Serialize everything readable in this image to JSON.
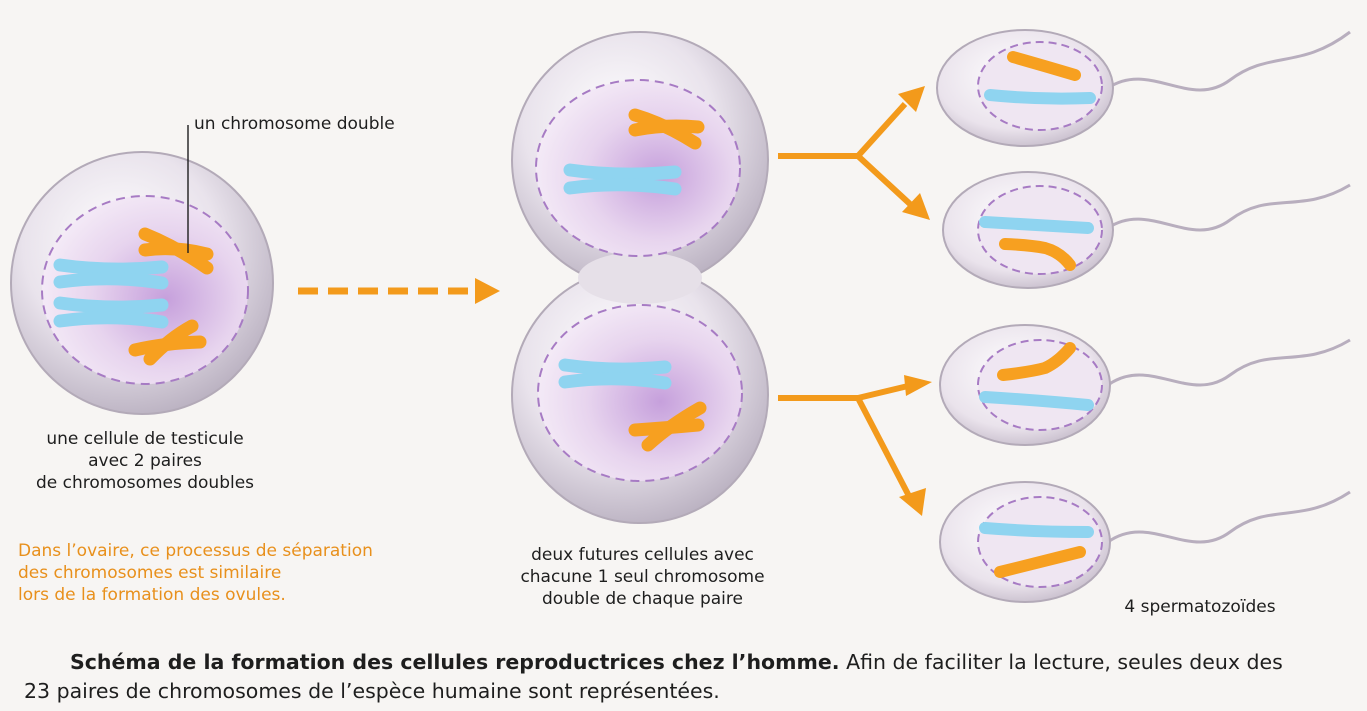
{
  "labels": {
    "chromosome_double": "un chromosome double",
    "testicle_cell": [
      "une cellule de testicule",
      "avec 2 paires",
      "de chromosomes doubles"
    ],
    "two_cells": [
      "deux futures cellules avec",
      "chacune 1 seul chromosome",
      "double de chaque paire"
    ],
    "sperm_count": "4 spermatozoïdes"
  },
  "ovary_note": [
    "Dans l’ovaire, ce processus de séparation",
    "des chromosomes est similaire",
    "lors de la formation des ovules."
  ],
  "caption": {
    "title": "Schéma de la formation des cellules reproductrices  chez l’homme.",
    "body_line1": "Afin de faciliter la lecture, seules deux des",
    "body_line2": "23 paires de chromosomes de l’espèce humaine sont représentées."
  },
  "colors": {
    "orange_chromosome": "#f7a020",
    "blue_chromosome": "#8fd4f0",
    "arrow": "#f39a1b",
    "membrane": "#a77bc4",
    "note_text": "#e8901c"
  }
}
